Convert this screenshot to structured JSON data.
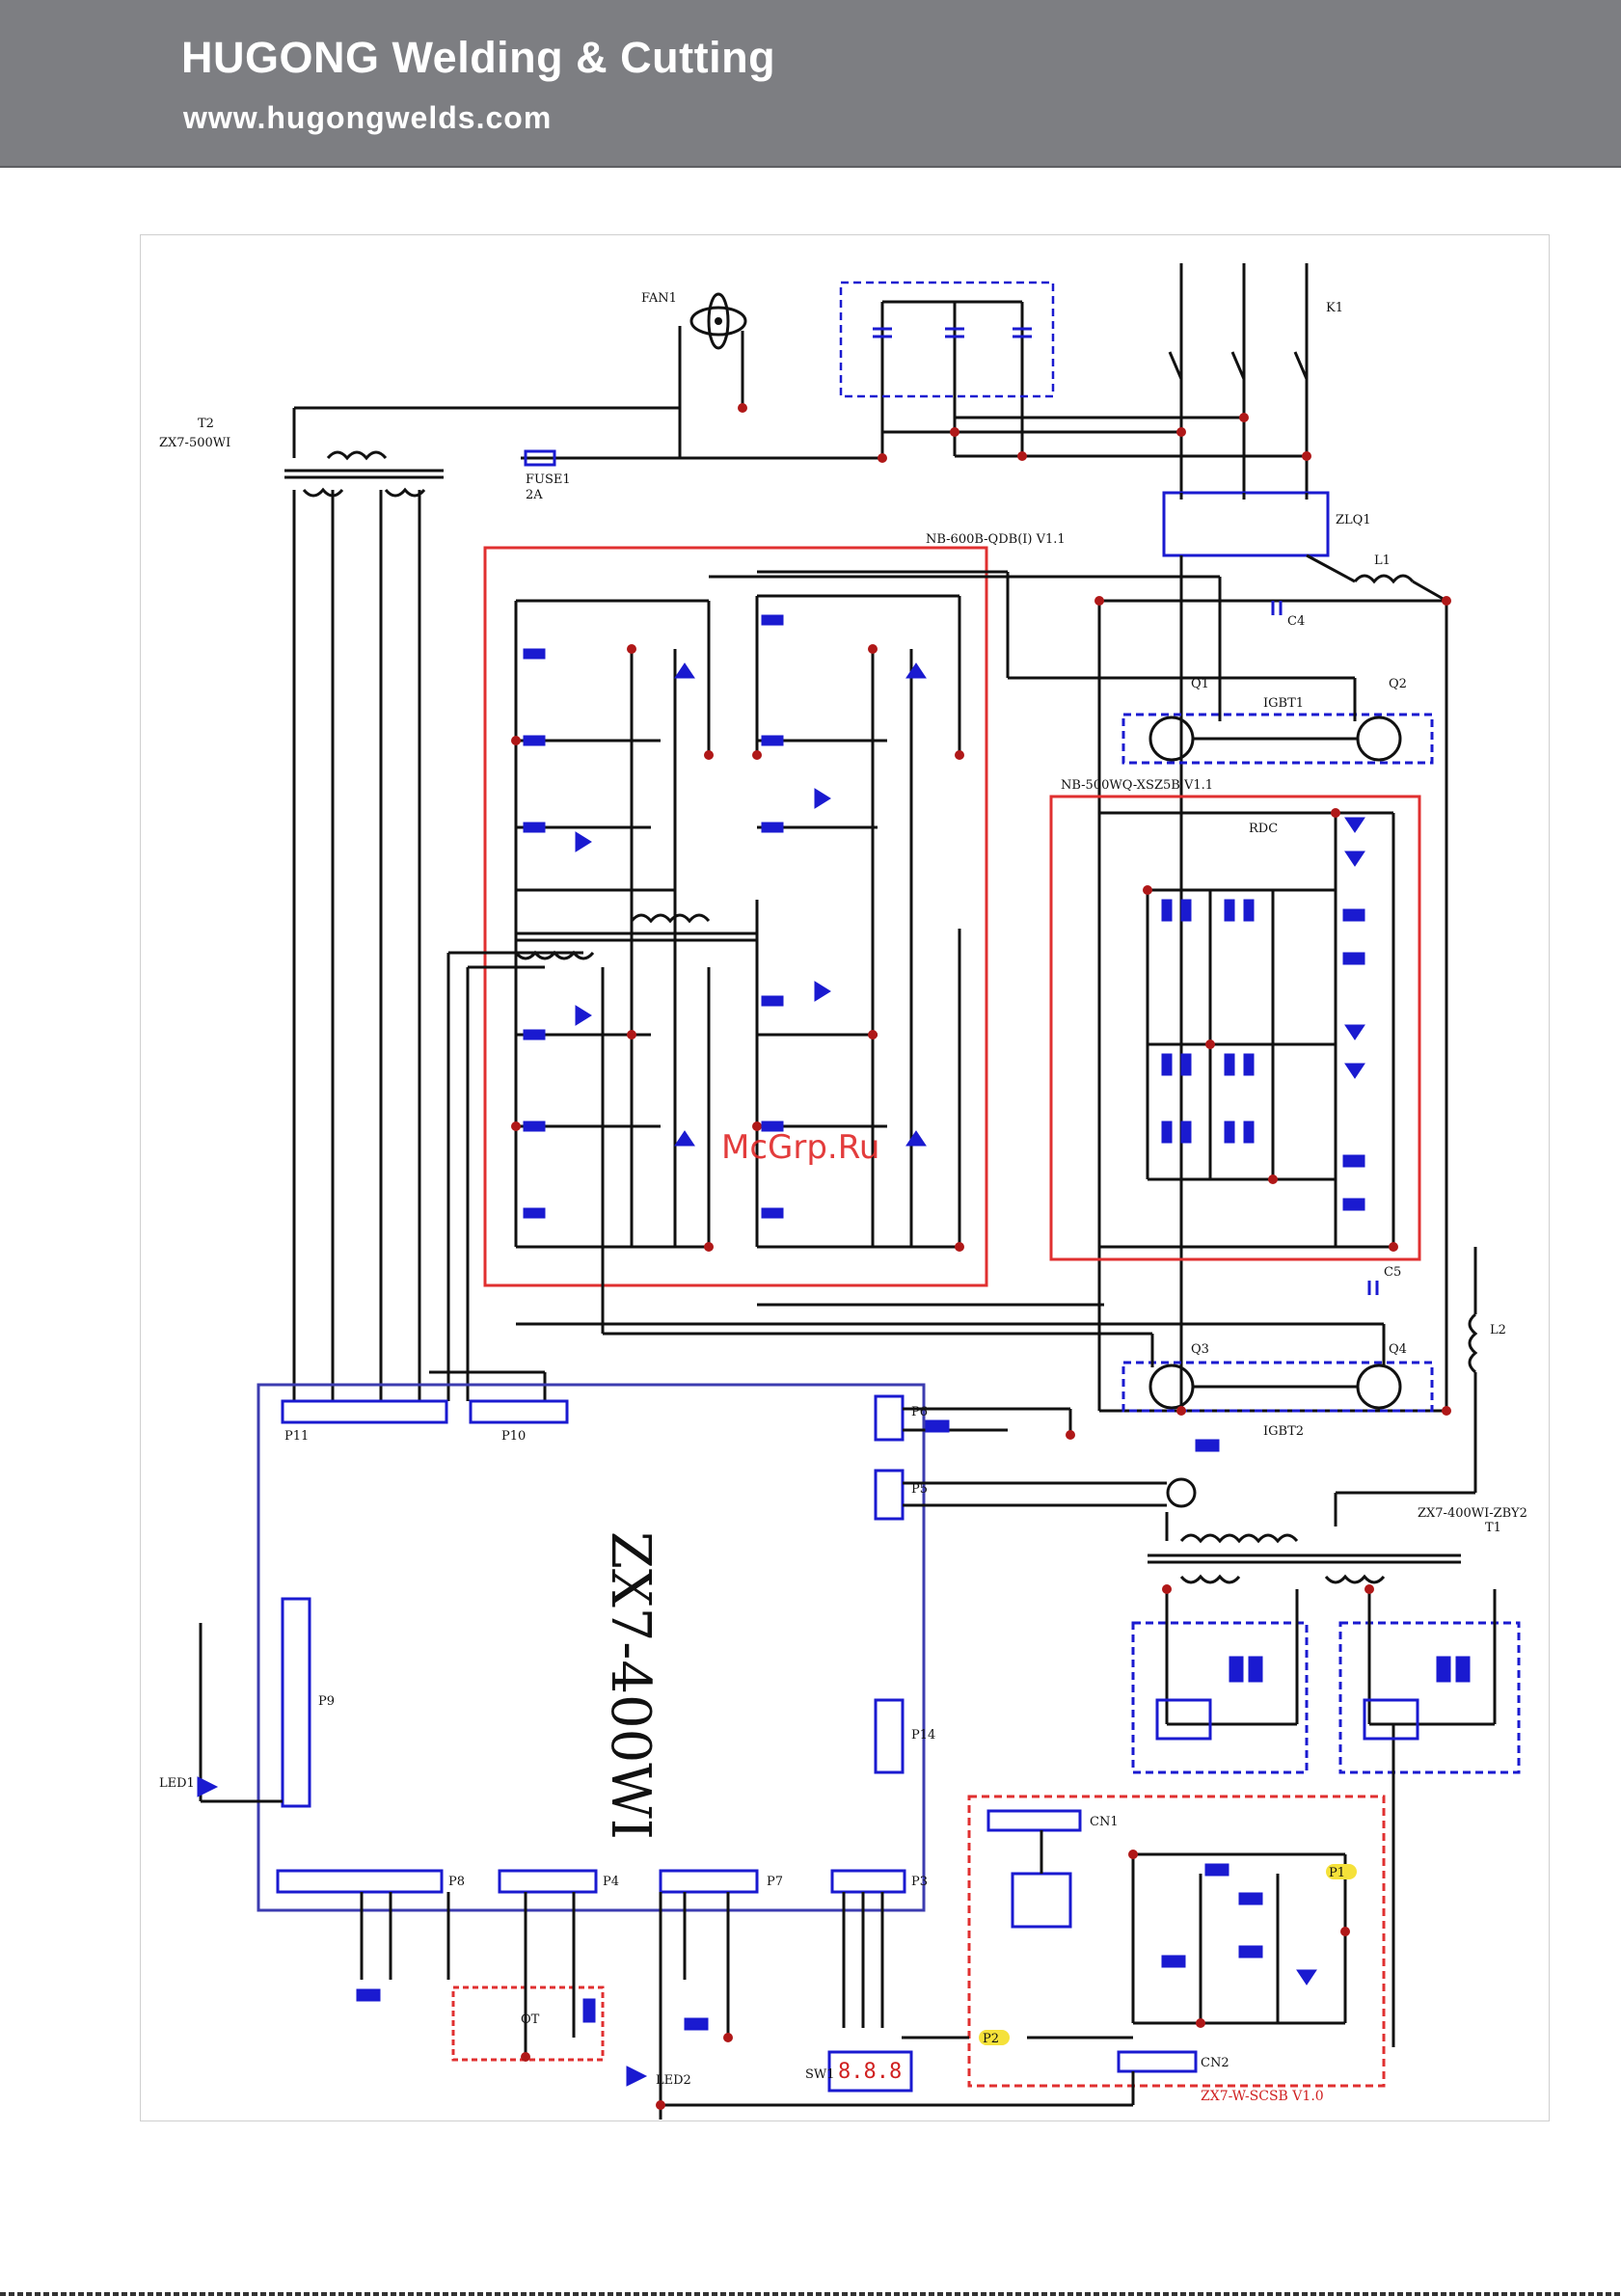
{
  "header": {
    "brand": "HUGONG Welding & Cutting",
    "url": "www.hugongwelds.com",
    "background_color": "#7d7e82"
  },
  "schematic": {
    "model": "ZX7-400WI",
    "watermark": "McGrp.Ru",
    "labels": {
      "k1": "K1",
      "t2": "T2",
      "t2_part": "ZX7-500WI",
      "fuse": "FUSE1",
      "fuse_rating": "2A",
      "fan": "FAN1",
      "zlq": "ZLQ1",
      "l1": "L1",
      "l2": "L2",
      "c4": "C4",
      "c5": "C5",
      "igbt1": "IGBT1",
      "igbt2": "IGBT2",
      "rdc": "RDC",
      "drive_board": "NB-600B-QDB(I) V1.1",
      "absorb_board": "NB-500WQ-XSZ5B V1.1",
      "control_board": "ZX7-W-SCSB V1.0",
      "t1": "T1",
      "t1_part": "ZX7-400WI-ZBY2",
      "p1": "P1",
      "p2": "P2",
      "connectors": [
        "P11",
        "P10",
        "P6",
        "P5",
        "P14",
        "P7",
        "P4",
        "P8",
        "P3",
        "P9",
        "CN1",
        "CN2"
      ],
      "led1": "LED1",
      "led2": "LED2",
      "sw": "SW1",
      "d_q": [
        "Q1",
        "Q2",
        "Q3",
        "Q4"
      ],
      "ot": "OT"
    }
  }
}
